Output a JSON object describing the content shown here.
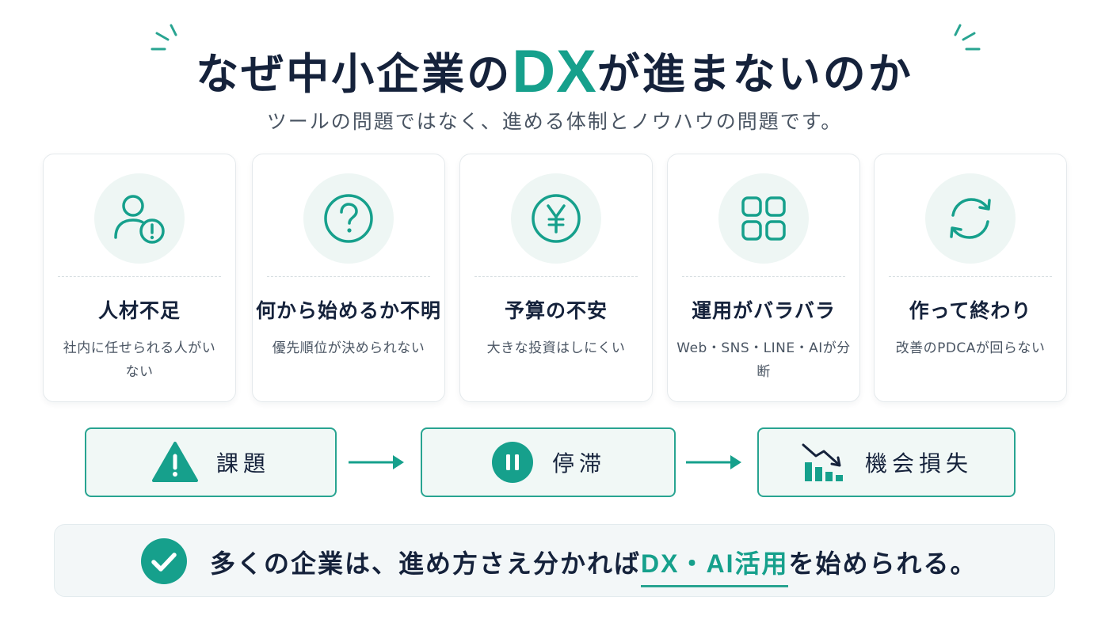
{
  "header": {
    "title_pre": "なぜ中小企業の",
    "title_accent": "DX",
    "title_post": "が進まないのか",
    "subtitle": "ツールの問題ではなく、進める体制とノウハウの問題です。"
  },
  "colors": {
    "accent": "#16a08c",
    "navy": "#15223b",
    "icon_bg": "#eef6f4",
    "flow_bg": "#f1f8f6"
  },
  "cards": [
    {
      "icon": "user-alert-icon",
      "title": "人材不足",
      "desc": "社内に任せられる人がいない"
    },
    {
      "icon": "question-icon",
      "title": "何から始めるか不明",
      "desc": "優先順位が決められない"
    },
    {
      "icon": "yen-icon",
      "title": "予算の不安",
      "desc": "大きな投資はしにくい"
    },
    {
      "icon": "grid-apps-icon",
      "title": "運用がバラバラ",
      "desc": "Web・SNS・LINE・AIが分断"
    },
    {
      "icon": "refresh-cycle-icon",
      "title": "作って終わり",
      "desc": "改善のPDCAが回らない"
    }
  ],
  "flow": [
    {
      "icon": "warning-icon",
      "label": "課題"
    },
    {
      "icon": "pause-icon",
      "label": "停滞"
    },
    {
      "icon": "declining-chart-icon",
      "label": "機会損失"
    }
  ],
  "conclusion": {
    "icon": "check-circle-icon",
    "text_pre": "多くの企業は、進め方さえ分かれば",
    "text_highlight": "DX・AI活用",
    "text_post": "を始められる。"
  }
}
